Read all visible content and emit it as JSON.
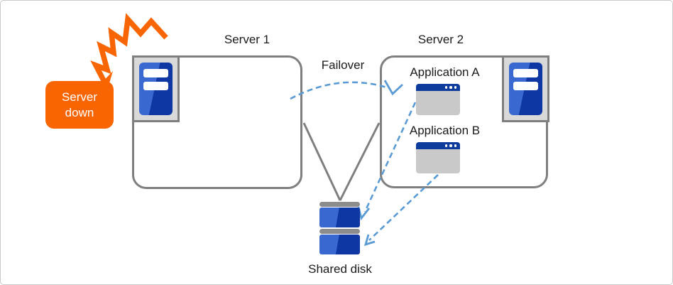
{
  "diagram": {
    "nodes": {
      "server1": {
        "label": "Server 1"
      },
      "server2": {
        "label": "Server 2"
      },
      "app_a": {
        "label": "Application A"
      },
      "app_b": {
        "label": "Application B"
      },
      "shared_disk": {
        "label": "Shared disk"
      }
    },
    "failover": {
      "label": "Failover"
    },
    "callout": {
      "line1": "Server",
      "line2": "down"
    }
  },
  "icons": {
    "crash": "explosion-icon",
    "server": "server-tower-icon",
    "application_window": "app-window-icon",
    "shared_disk": "disk-stack-icon",
    "failover_arrow": "dashed-arc-arrow-icon",
    "disk_access_arrow": "dashed-arrow-icon"
  },
  "colors": {
    "orange": "#F96500",
    "box-border": "#7F7F7F",
    "plate-bg": "#D9D9D9",
    "blue-light": "#3968D1",
    "blue-dark": "#0F37A3",
    "titlebar-blue": "#0D3C9C",
    "window-body": "#C9C9C9",
    "disk-cap": "#8C8C8C",
    "dash-blue": "#5B9BD5",
    "text": "#1A1A1A",
    "frame-border": "#C9C9C9"
  }
}
